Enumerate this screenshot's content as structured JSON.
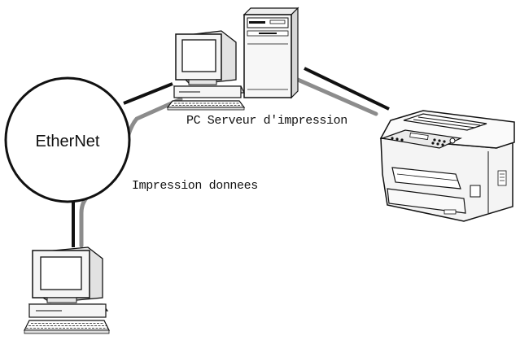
{
  "network": {
    "label": "EtherNet"
  },
  "server": {
    "label": "PC Serveur d'impression"
  },
  "flow": {
    "label": "Impression donnees"
  }
}
